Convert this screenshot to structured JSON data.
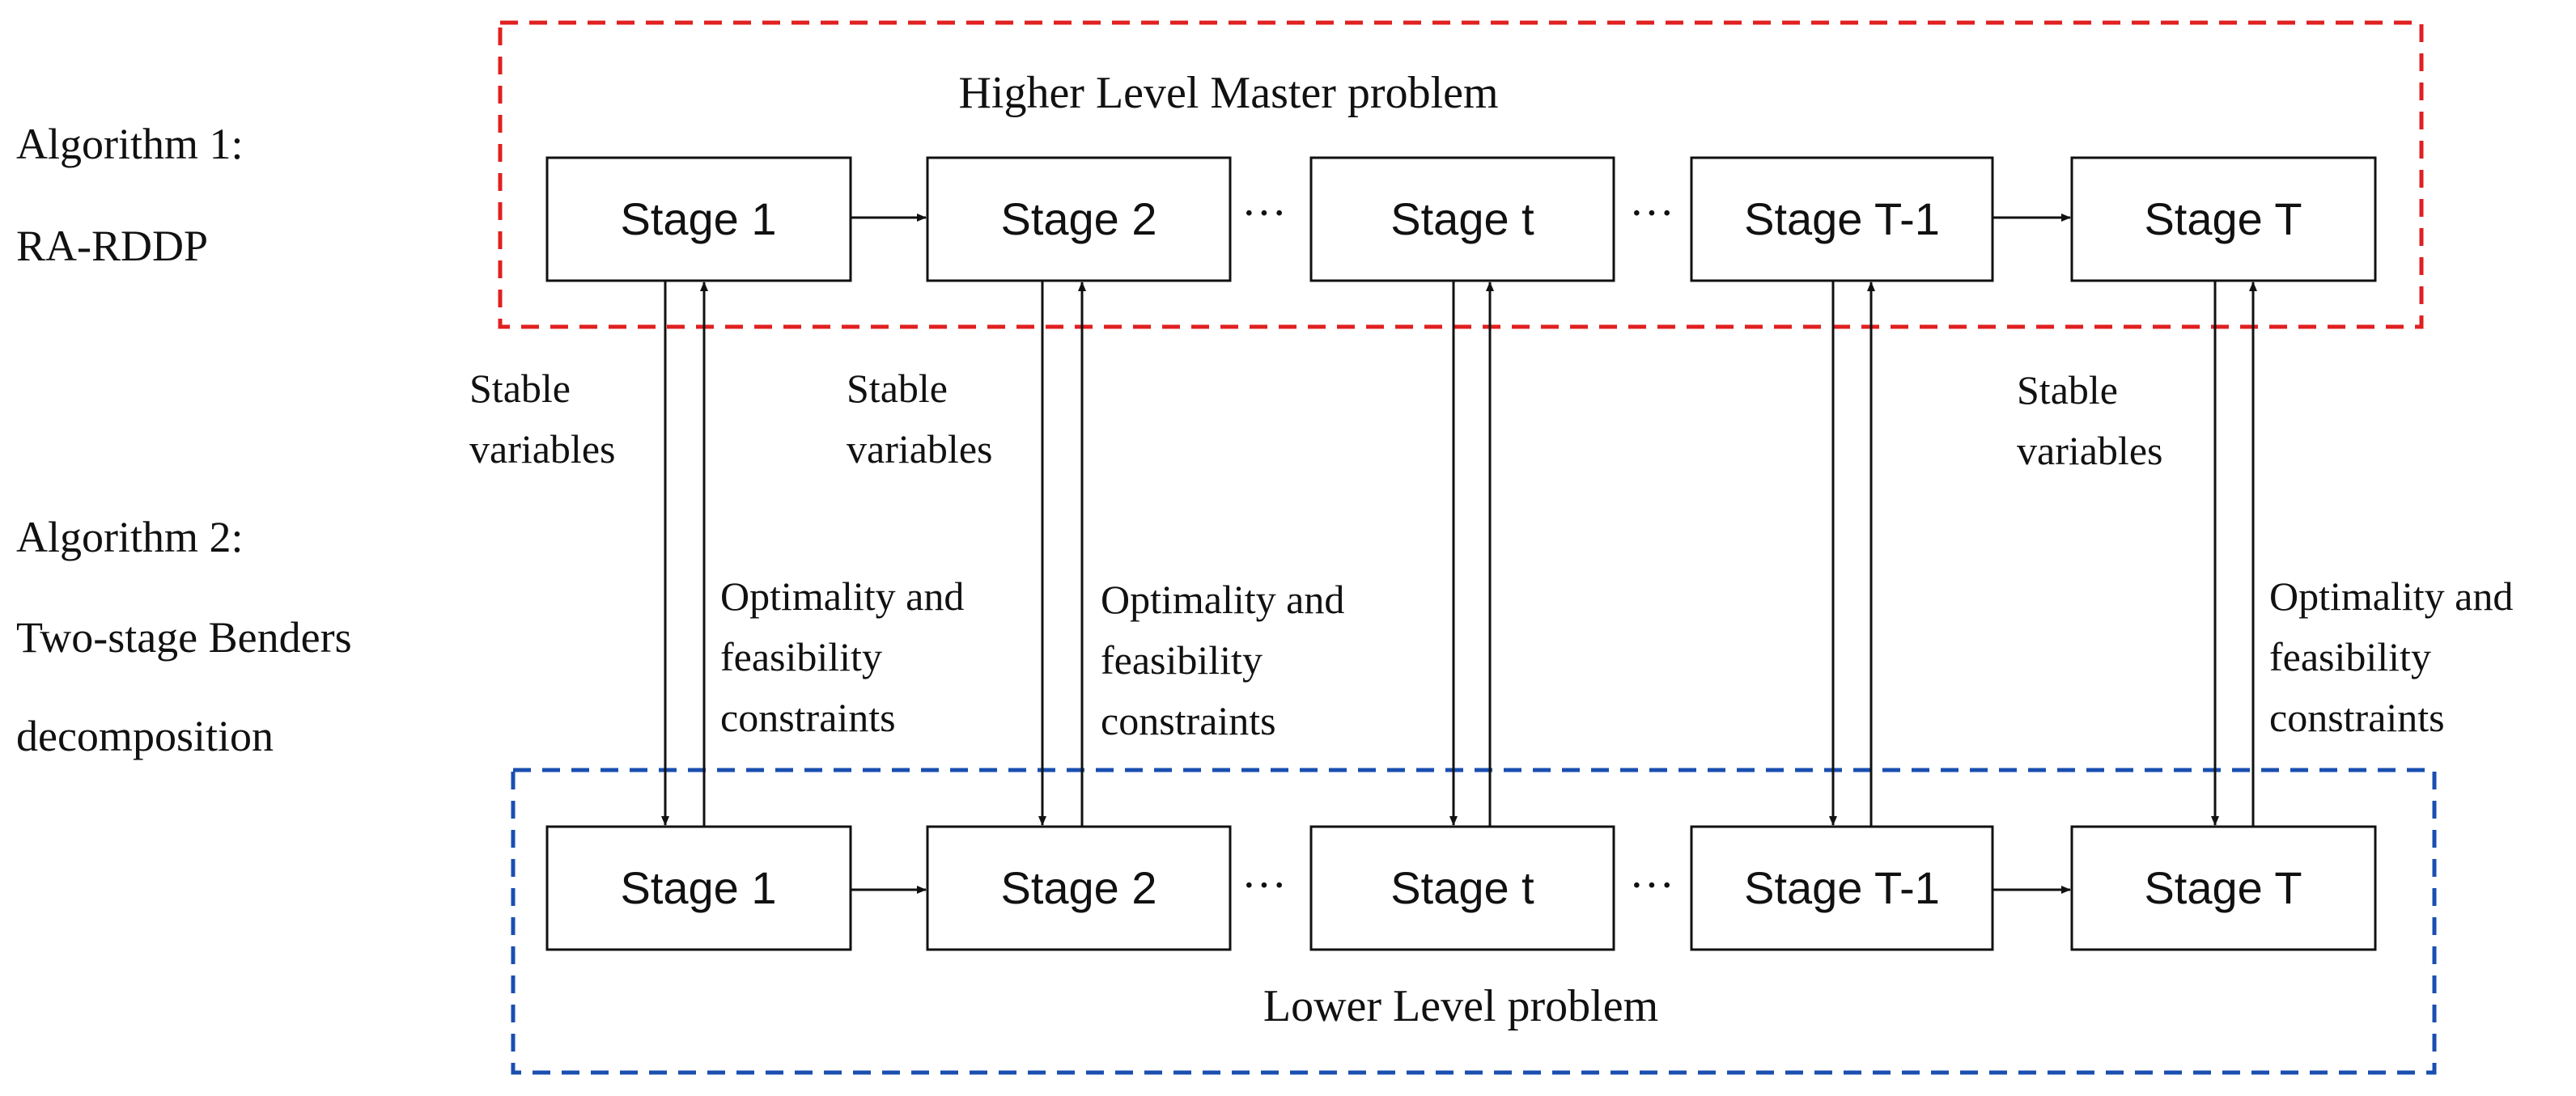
{
  "side_labels": {
    "algorithm1_title": "Algorithm 1:",
    "algorithm1_name": "RA-RDDP",
    "algorithm2_title": "Algorithm 2:",
    "algorithm2_name_line1": "Two-stage Benders",
    "algorithm2_name_line2": "decomposition"
  },
  "upper_level": {
    "title": "Higher Level Master problem",
    "border_color": "#e02020",
    "stages": [
      "Stage 1",
      "Stage 2",
      "Stage t",
      "Stage T-1",
      "Stage T"
    ]
  },
  "lower_level": {
    "title": "Lower Level problem",
    "border_color": "#1a4fb0",
    "stages": [
      "Stage 1",
      "Stage 2",
      "Stage t",
      "Stage T-1",
      "Stage T"
    ]
  },
  "ellipsis": "···",
  "link_labels": {
    "down_line1": "Stable",
    "down_line2": "variables",
    "up_line1": "Optimality and",
    "up_line2": "feasibility",
    "up_line3": "constraints"
  }
}
